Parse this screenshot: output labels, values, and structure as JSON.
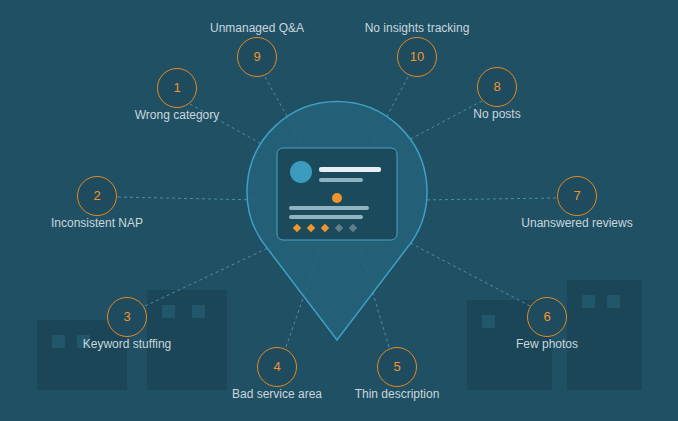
{
  "diagram": {
    "nodes": [
      {
        "text": [
          "1",
          "Wrong category"
        ]
      },
      {
        "text": [
          "2",
          "Inconsistent NAP"
        ]
      },
      {
        "text": [
          "3",
          "Keyword stuffing"
        ]
      },
      {
        "text": [
          "4",
          "Bad service area"
        ]
      },
      {
        "text": [
          "5",
          "Thin description"
        ]
      },
      {
        "text": [
          "6",
          "Few photos"
        ]
      },
      {
        "text": [
          "7",
          "Unanswered reviews"
        ]
      },
      {
        "text": [
          "8",
          "No posts"
        ]
      },
      {
        "text": [
          "9",
          "Unmanaged Q&A"
        ]
      },
      {
        "text": [
          "10",
          "No insights tracking"
        ]
      }
    ]
  }
}
